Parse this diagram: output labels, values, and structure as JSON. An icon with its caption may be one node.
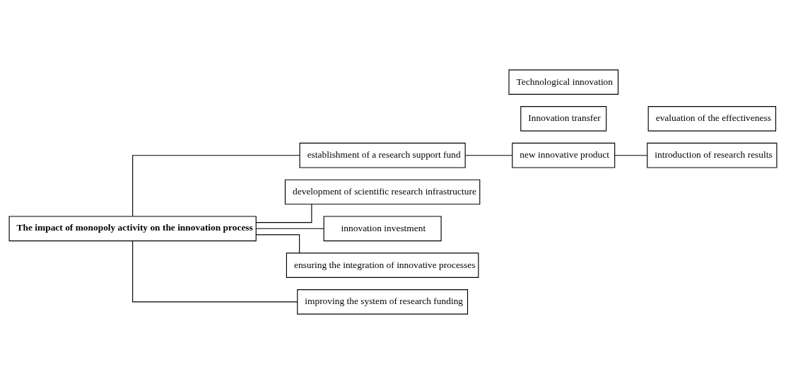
{
  "diagram": {
    "nodes": [
      {
        "text": [
          "The impact of monopoly activity on the innovation process"
        ]
      },
      {
        "text": [
          "establishment of a research support fund"
        ]
      },
      {
        "text": [
          "development of scientific research infrastructure"
        ]
      },
      {
        "text": [
          "innovation investment"
        ]
      },
      {
        "text": [
          "ensuring the integration of innovative processes"
        ]
      },
      {
        "text": [
          "improving the system of research funding"
        ]
      },
      {
        "text": [
          "new innovative product"
        ]
      },
      {
        "text": [
          "Innovation transfer"
        ]
      },
      {
        "text": [
          "Technological innovation"
        ]
      },
      {
        "text": [
          "introduction of research results"
        ]
      },
      {
        "text": [
          "evaluation of the effectiveness"
        ]
      }
    ],
    "edges": [
      {
        "from": 0,
        "to": 1,
        "arrow": "none"
      },
      {
        "from": 0,
        "to": 2,
        "arrow": "none"
      },
      {
        "from": 0,
        "to": 3,
        "arrow": "none"
      },
      {
        "from": 0,
        "to": 4,
        "arrow": "none"
      },
      {
        "from": 0,
        "to": 5,
        "arrow": "none"
      },
      {
        "from": 1,
        "to": 6,
        "arrow": "none"
      },
      {
        "from": 6,
        "to": 9,
        "arrow": "none"
      }
    ]
  }
}
